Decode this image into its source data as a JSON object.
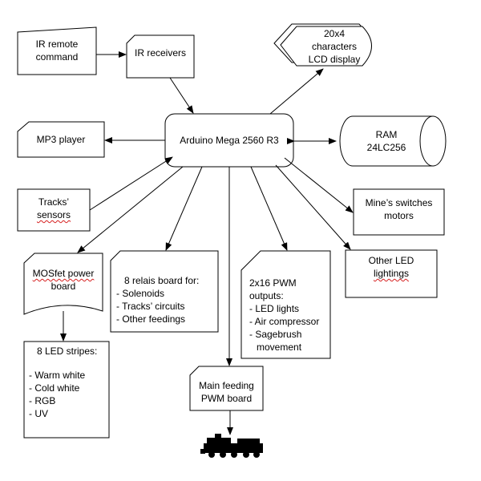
{
  "nodes": {
    "ir_remote": {
      "line1": "IR remote",
      "line2": "command"
    },
    "ir_receivers": {
      "label": "IR receivers"
    },
    "lcd": {
      "line1": "20x4",
      "line2": "characters",
      "line3": "LCD display"
    },
    "mp3": {
      "label": "MP3 player"
    },
    "arduino": {
      "label": "Arduino Mega 2560 R3"
    },
    "ram": {
      "line1": "RAM",
      "line2": "24LC256"
    },
    "tracks_sensors": {
      "line1": "Tracks’",
      "line2": "sensors"
    },
    "mine_switches": {
      "line1": "Mine’s switches",
      "line2": "motors"
    },
    "mosfet": {
      "line1": "MOSfet power",
      "line2": "board"
    },
    "relais": {
      "title": "8 relais board for:",
      "items": [
        "- Solenoids",
        "- Tracks’ circuits",
        "- Other feedings"
      ]
    },
    "pwm16": {
      "line1": "2x16 PWM",
      "line2": "outputs:",
      "items": [
        "- LED lights",
        "- Air compressor",
        "- Sagebrush",
        "movement"
      ]
    },
    "other_led": {
      "line1": "Other LED",
      "line2": "lightings"
    },
    "led_stripes": {
      "title": "8 LED stripes:",
      "items": [
        "- Warm white",
        "- Cold white",
        "- RGB",
        "- UV"
      ]
    },
    "main_feeding": {
      "line1": "Main feeding",
      "line2": "PWM board"
    }
  }
}
